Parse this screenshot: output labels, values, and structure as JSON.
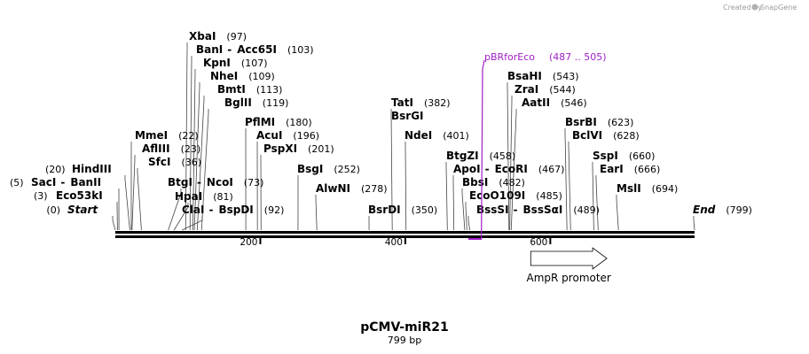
{
  "credit": {
    "text": "Created by",
    "brand": "SnapGene"
  },
  "plasmid": {
    "name": "pCMV-miR21",
    "length_label": "799 bp"
  },
  "ruler": {
    "start": 0,
    "end": 799,
    "ticks": [
      "200",
      "400",
      "600"
    ],
    "tick_values": [
      200,
      400,
      600
    ]
  },
  "colors": {
    "primer": "#a020c8",
    "backbone": "#000000",
    "lines": "#444444"
  },
  "sites": [
    {
      "bp": 0,
      "parts": [
        "Start"
      ],
      "pos": "(0)",
      "ends": true
    },
    {
      "bp": 3,
      "parts": [
        "Eco53kI"
      ],
      "pos": "(3)"
    },
    {
      "bp": 5,
      "parts": [
        "SacI",
        "BanII"
      ],
      "pos": "(5)"
    },
    {
      "bp": 20,
      "parts": [
        "HindIII"
      ],
      "pos": "(20)"
    },
    {
      "bp": 36,
      "parts": [
        "SfcI"
      ],
      "pos": "(36)"
    },
    {
      "bp": 23,
      "parts": [
        "AflIII"
      ],
      "pos": "(23)"
    },
    {
      "bp": 22,
      "parts": [
        "MmeI"
      ],
      "pos": "(22)"
    },
    {
      "bp": 97,
      "parts": [
        "XbaI"
      ],
      "pos": "(97)"
    },
    {
      "bp": 103,
      "parts": [
        "BanI",
        "Acc65I"
      ],
      "pos": "(103)"
    },
    {
      "bp": 107,
      "parts": [
        "KpnI"
      ],
      "pos": "(107)"
    },
    {
      "bp": 109,
      "parts": [
        "NheI"
      ],
      "pos": "(109)"
    },
    {
      "bp": 113,
      "parts": [
        "BmtI"
      ],
      "pos": "(113)"
    },
    {
      "bp": 119,
      "parts": [
        "BglII"
      ],
      "pos": "(119)"
    },
    {
      "bp": 92,
      "parts": [
        "ClaI",
        "BspDI"
      ],
      "pos": "(92)"
    },
    {
      "bp": 81,
      "parts": [
        "HpaI"
      ],
      "pos": "(81)"
    },
    {
      "bp": 73,
      "parts": [
        "BtgI",
        "NcoI"
      ],
      "pos": "(73)"
    },
    {
      "bp": 180,
      "parts": [
        "PflMI"
      ],
      "pos": "(180)"
    },
    {
      "bp": 196,
      "parts": [
        "AcuI"
      ],
      "pos": "(196)"
    },
    {
      "bp": 201,
      "parts": [
        "PspXI"
      ],
      "pos": "(201)"
    },
    {
      "bp": 252,
      "parts": [
        "BsgI"
      ],
      "pos": "(252)"
    },
    {
      "bp": 278,
      "parts": [
        "AlwNI"
      ],
      "pos": "(278)"
    },
    {
      "bp": 350,
      "parts": [
        "BsrDI"
      ],
      "pos": "(350)"
    },
    {
      "bp": 382,
      "parts": [
        "TatI"
      ],
      "pos": "(382)"
    },
    {
      "bp": 382,
      "parts": [
        "BsrGI"
      ],
      "pos": ""
    },
    {
      "bp": 401,
      "parts": [
        "NdeI"
      ],
      "pos": "(401)"
    },
    {
      "bp": 458,
      "parts": [
        "BtgZI"
      ],
      "pos": "(458)"
    },
    {
      "bp": 467,
      "parts": [
        "ApoI",
        "EcoRI"
      ],
      "pos": "(467)"
    },
    {
      "bp": 482,
      "parts": [
        "BbsI"
      ],
      "pos": "(482)"
    },
    {
      "bp": 485,
      "parts": [
        "EcoO109I"
      ],
      "pos": "(485)"
    },
    {
      "bp": 489,
      "parts": [
        "BssSI",
        "BssSαI"
      ],
      "pos": "(489)"
    },
    {
      "bp": 543,
      "parts": [
        "BsaHI"
      ],
      "pos": "(543)"
    },
    {
      "bp": 544,
      "parts": [
        "ZraI"
      ],
      "pos": "(544)"
    },
    {
      "bp": 546,
      "parts": [
        "AatII"
      ],
      "pos": "(546)"
    },
    {
      "bp": 623,
      "parts": [
        "BsrBI"
      ],
      "pos": "(623)"
    },
    {
      "bp": 628,
      "parts": [
        "BclVI"
      ],
      "pos": "(628)"
    },
    {
      "bp": 660,
      "parts": [
        "SspI"
      ],
      "pos": "(660)"
    },
    {
      "bp": 666,
      "parts": [
        "EarI"
      ],
      "pos": "(666)"
    },
    {
      "bp": 694,
      "parts": [
        "MslI"
      ],
      "pos": "(694)"
    },
    {
      "bp": 799,
      "parts": [
        "End"
      ],
      "pos": "(799)",
      "ends": true
    }
  ],
  "primer": {
    "name": "pBRforEco",
    "range": "(487 .. 505)",
    "start": 487,
    "end": 505
  },
  "feature": {
    "name": "AmpR promoter",
    "start": 573,
    "end": 678,
    "direction": "forward"
  }
}
